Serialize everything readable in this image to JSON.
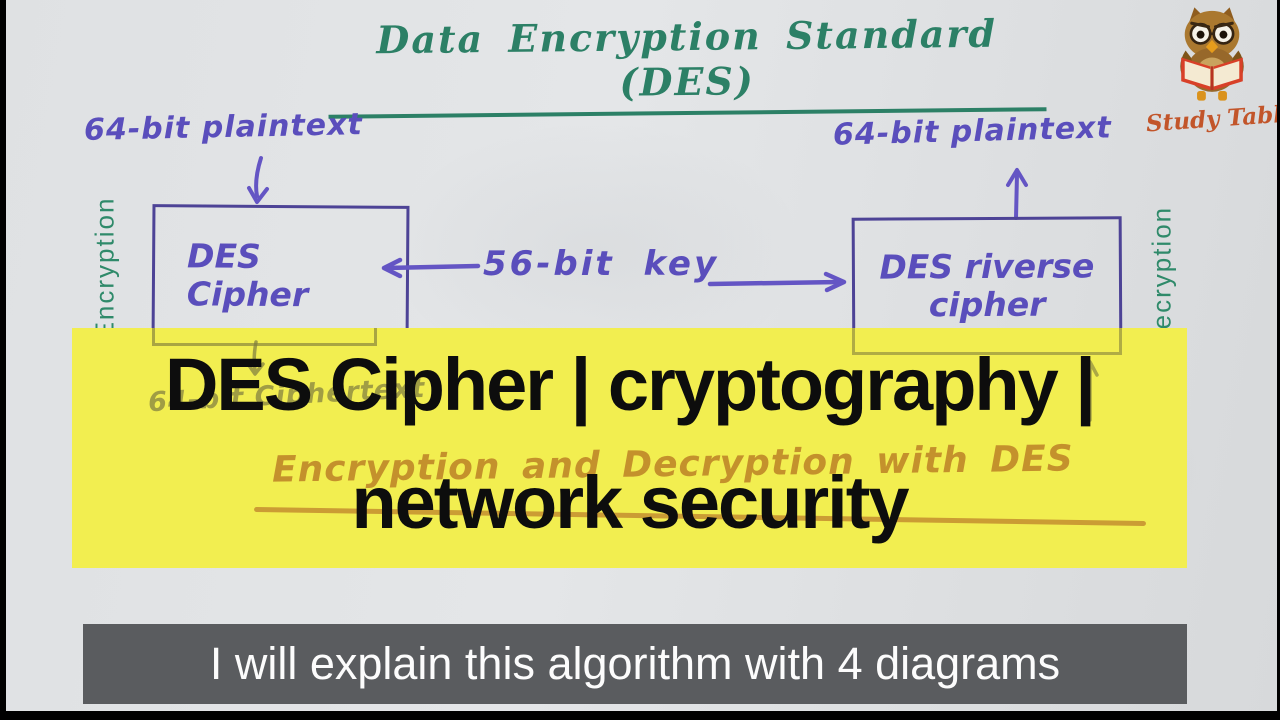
{
  "whiteboard": {
    "title": "Data Encryption Standard (DES)",
    "encryption_flow": {
      "input_label": "64-bit plaintext",
      "box_line1": "DES",
      "box_line2": "Cipher",
      "side_label": "Encryption",
      "hidden_output_label": "64-bit Ciphertext"
    },
    "key_label": "56-bit key",
    "decryption_flow": {
      "output_label": "64-bit plaintext",
      "box_line1": "DES riverse",
      "box_line2": "cipher",
      "side_label": "Decryption"
    },
    "hidden_subtitle": "Encryption and Decryption with DES"
  },
  "banner": {
    "line1": "DES Cipher | cryptography |",
    "line2": "network security",
    "bg_color": "#f2ee50",
    "text_color": "#0d0d0d"
  },
  "caption": {
    "text": "I will explain this algorithm with 4 diagrams",
    "bg_color": "#545659",
    "text_color": "#fcfcfc"
  },
  "logo": {
    "text": "Study Table",
    "icon": "owl-reading-book-icon",
    "text_color": "#c2552a"
  },
  "colors": {
    "paper": "#dfe1e3",
    "green_ink": "#2c8066",
    "purple_ink": "#5a4ebc",
    "box_stroke": "#4d4396",
    "orange_ink": "#c4912c",
    "faint_olive_ink": "#8e8c45",
    "frame_black": "#000000"
  }
}
